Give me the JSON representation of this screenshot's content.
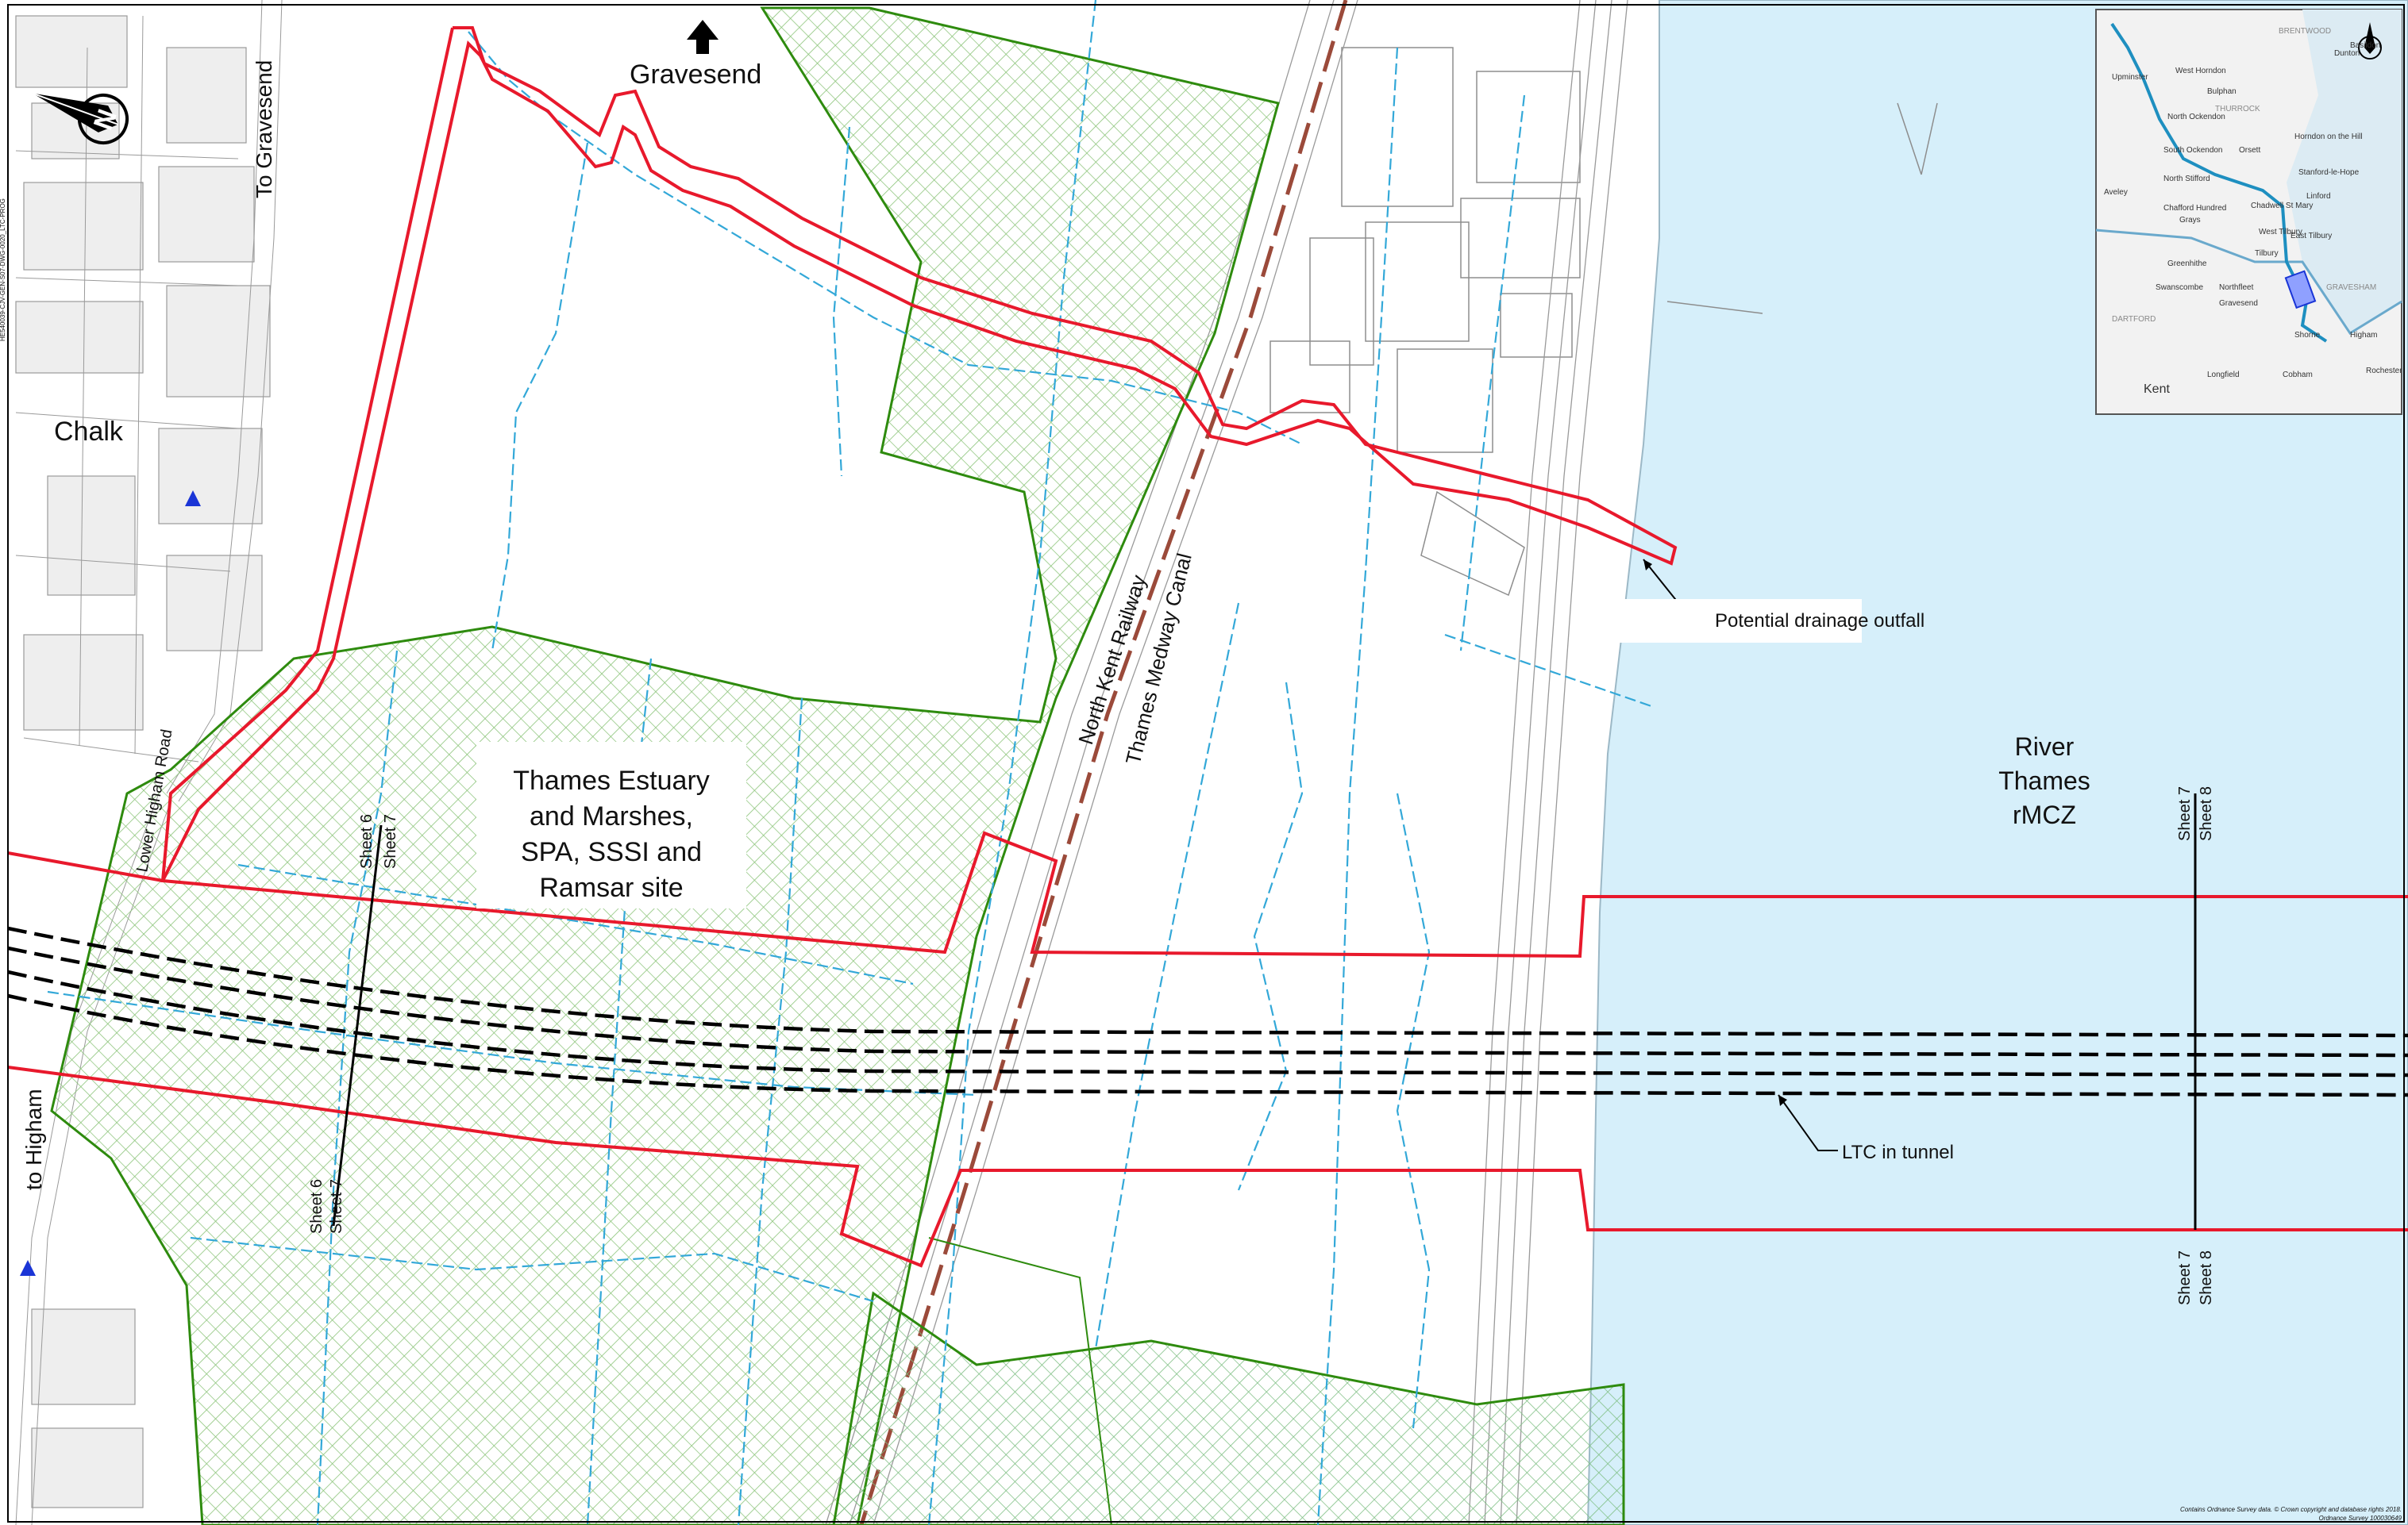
{
  "places": {
    "gravesend": "Gravesend",
    "chalk": "Chalk",
    "to_gravesend": "To Gravesend",
    "to_higham": "to Higham",
    "lower_higham_road": "Lower Higham Road",
    "north_kent_railway": "North Kent Railway",
    "thames_medway_canal": "Thames Medway Canal",
    "river_l1": "River",
    "river_l2": "Thames",
    "river_l3": "rMCZ"
  },
  "designation": {
    "line1": "Thames Estuary",
    "line2": "and Marshes,",
    "line3": "SPA, SSSI and",
    "line4": "Ramsar site"
  },
  "callouts": {
    "drainage": "Potential drainage outfall",
    "tunnel": "LTC in tunnel"
  },
  "sheets": {
    "s6": "Sheet 6",
    "s7": "Sheet 7",
    "s8": "Sheet 8"
  },
  "inset": {
    "labels": [
      "BRENTWOOD",
      "Dunton",
      "Upminster",
      "West Horndon",
      "Bulphan",
      "North Ockendon",
      "Orsett",
      "Horndon on the Hill",
      "Stanford-le-Hope",
      "South Ockendon",
      "North Stifford",
      "Chafford Hundred",
      "Chadwell St Mary",
      "Linford",
      "Aveley",
      "Grays",
      "West Tilbury",
      "Tilbury",
      "East Tilbury",
      "Greenhithe",
      "Swanscombe",
      "Northfleet",
      "Gravesend",
      "GRAVESHAM",
      "DARTFORD",
      "Shorne",
      "Higham",
      "Cobham",
      "Longfield",
      "Rochester",
      "Kent",
      "Basildon",
      "THURROCK"
    ]
  },
  "footer": {
    "copyright1": "Contains Ordnance Survey data. © Crown copyright and database rights 2018.",
    "copyright2": "Ordnance Survey 100030649",
    "docref": "HE540039-CJV-GEN-S07-DWG-0020_LTC-PROG"
  },
  "colors": {
    "river": "#d6effa",
    "boundary": "#e8192c",
    "designation": "#2e8b0e",
    "hatch": "#8cc47a",
    "drain": "#33a8d8",
    "tunnel": "#000000"
  },
  "icons": {
    "north_arrow": "north-arrow-icon",
    "up_arrow": "up-arrow-icon",
    "monitoring_point": "triangle-marker-icon"
  }
}
